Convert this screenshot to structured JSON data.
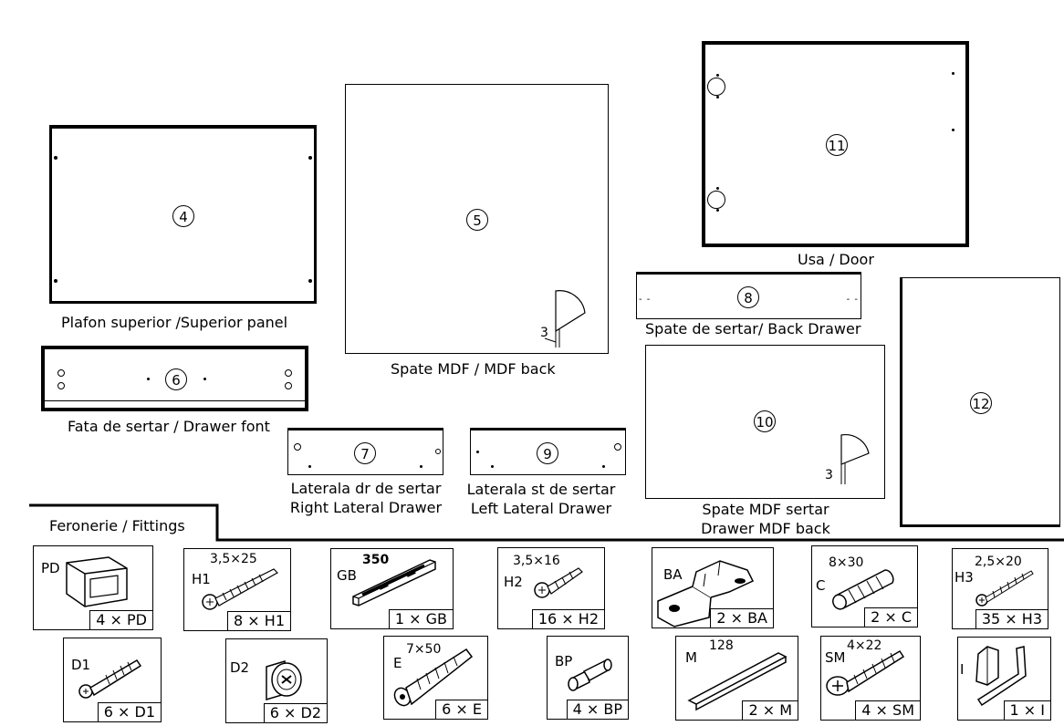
{
  "panels": {
    "p4": {
      "number": "4",
      "label": "Plafon superior /Superior panel"
    },
    "p5": {
      "number": "5",
      "label": "Spate MDF / MDF back",
      "dim": "3"
    },
    "p6": {
      "number": "6",
      "label": "Fata de sertar / Drawer font"
    },
    "p7": {
      "number": "7",
      "label_line1": "Laterala dr de sertar",
      "label_line2": "Right Lateral Drawer"
    },
    "p8": {
      "number": "8",
      "label": "Spate de sertar/ Back Drawer"
    },
    "p9": {
      "number": "9",
      "label_line1": "Laterala st de sertar",
      "label_line2": "Left Lateral Drawer"
    },
    "p10": {
      "number": "10",
      "label_line1": "Spate MDF sertar",
      "label_line2": "Drawer MDF back",
      "dim": "3"
    },
    "p11": {
      "number": "11",
      "label": "Usa / Door"
    },
    "p12": {
      "number": "12"
    }
  },
  "fittings_tab": "Feronerie / Fittings",
  "fittings": {
    "PD": {
      "code": "PD",
      "qty": "4 × PD",
      "icon": "profile-bracket-icon"
    },
    "H1": {
      "code": "H1",
      "size": "3,5×25",
      "qty": "8 × H1",
      "icon": "screw-icon"
    },
    "GB": {
      "code": "GB",
      "size": "350",
      "qty": "1 × GB",
      "icon": "drawer-slide-icon"
    },
    "H2": {
      "code": "H2",
      "size": "3,5×16",
      "qty": "16 × H2",
      "icon": "screw-icon"
    },
    "BA": {
      "code": "BA",
      "qty": "2 × BA",
      "icon": "hinge-icon"
    },
    "C": {
      "code": "C",
      "size": "8×30",
      "qty": "2 × C",
      "icon": "dowel-icon"
    },
    "H3": {
      "code": "H3",
      "size": "2,5×20",
      "qty": "35 × H3",
      "icon": "screw-icon"
    },
    "D1": {
      "code": "D1",
      "qty": "6 × D1",
      "icon": "bolt-icon"
    },
    "D2": {
      "code": "D2",
      "qty": "6 × D2",
      "icon": "cam-lock-icon"
    },
    "E": {
      "code": "E",
      "size": "7×50",
      "qty": "6 × E",
      "icon": "anchor-plug-icon"
    },
    "BP": {
      "code": "BP",
      "qty": "4 × BP",
      "icon": "shelf-pin-icon"
    },
    "M": {
      "code": "M",
      "size": "128",
      "qty": "2 × M",
      "icon": "handle-icon"
    },
    "SM": {
      "code": "SM",
      "size": "4×22",
      "qty": "4 × SM",
      "icon": "screw-icon"
    },
    "I": {
      "code": "I",
      "qty": "1 × I",
      "icon": "hex-key-icon"
    }
  }
}
